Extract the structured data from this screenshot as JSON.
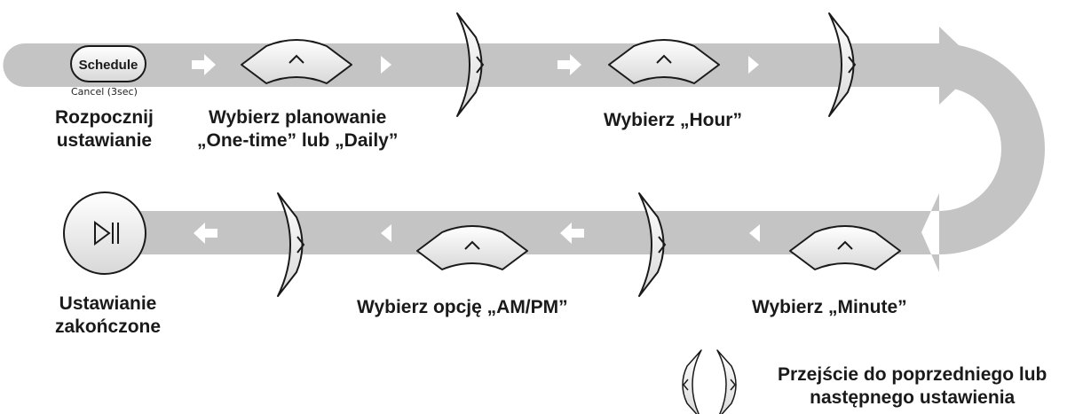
{
  "schedule_button": {
    "label": "Schedule",
    "sublabel": "Cancel (3sec)"
  },
  "play_pause_button": {
    "icon": "play-pause-icon"
  },
  "steps": [
    {
      "id": "start",
      "line1": "Rozpocznij",
      "line2": "ustawianie"
    },
    {
      "id": "select-plan",
      "line1": "Wybierz planowanie",
      "line2": "„One-time” lub „Daily”"
    },
    {
      "id": "select-hour",
      "line1": "Wybierz „Hour”"
    },
    {
      "id": "select-minute",
      "line1": "Wybierz „Minute”"
    },
    {
      "id": "select-ampm",
      "line1": "Wybierz opcję „AM/PM”"
    },
    {
      "id": "finish",
      "line1": "Ustawianie",
      "line2": "zakończone"
    }
  ],
  "legend": {
    "line1": "Przejście do poprzedniego lub",
    "line2": "następnego ustawienia"
  },
  "colors": {
    "band": "#c4c4c4",
    "stroke": "#1a1a1a",
    "white": "#ffffff"
  }
}
